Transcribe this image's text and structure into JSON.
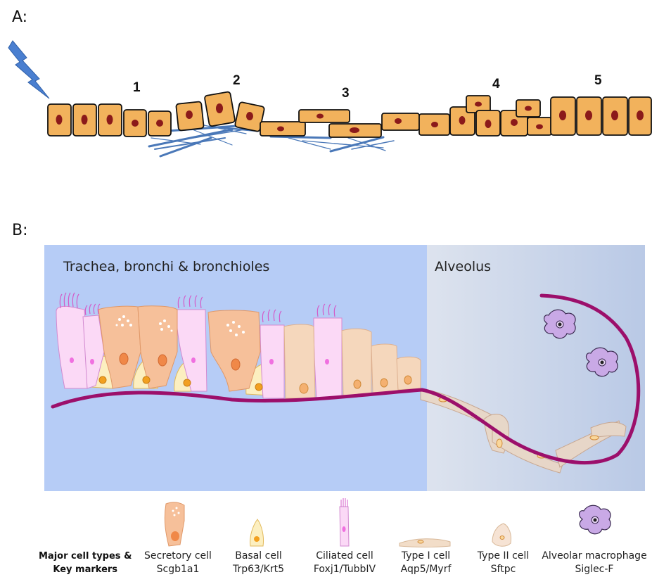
{
  "panelA": {
    "label": "A:",
    "stages": [
      "1",
      "2",
      "3",
      "4",
      "5"
    ]
  },
  "panelB": {
    "label": "B:",
    "region_airway": "Trachea, bronchi & bronchioles",
    "region_alveolus": "Alveolus"
  },
  "legend": {
    "title_line1": "Major cell types &",
    "title_line2": "Key markers",
    "items": [
      {
        "name": "Secretory cell",
        "marker": "Scgb1a1",
        "icon": "secretory-cell-icon"
      },
      {
        "name": "Basal cell",
        "marker": "Trp63/Krt5",
        "icon": "basal-cell-icon"
      },
      {
        "name": "Ciliated cell",
        "marker": "Foxj1/TubbIV",
        "icon": "ciliated-cell-icon"
      },
      {
        "name": "Type I cell",
        "marker": "Aqp5/Myrf",
        "icon": "type-i-cell-icon"
      },
      {
        "name": "Type II cell",
        "marker": "Sftpc",
        "icon": "type-ii-cell-icon"
      },
      {
        "name": "Alveolar macrophage",
        "marker": "Siglec-F",
        "icon": "macrophage-icon"
      }
    ]
  },
  "colors": {
    "cellFill": "#F2B25C",
    "nucleus": "#8B1A1A",
    "fiber": "#4A78B8",
    "membrane": "#9C0F6B",
    "airwayBg": "#B6CCF6",
    "alveolusBg": "#D5DEEE",
    "secretory": "#F6C09A",
    "basal": "#FCEFC0",
    "ciliated": "#FBD9F6",
    "typeI": "#F2DDC8",
    "macrophage": "#C9A9E6"
  }
}
